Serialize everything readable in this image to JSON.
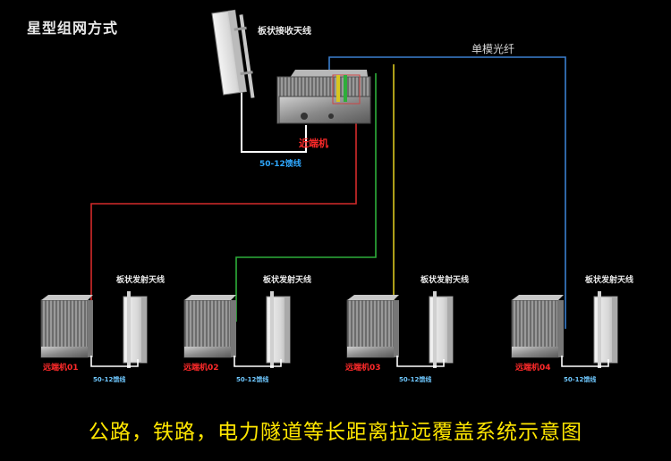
{
  "title": "星型组网方式",
  "receive_antenna_label": "板状接收天线",
  "fiber_label": "单模光纤",
  "near_end_label": "近端机",
  "main_feeder_label": "50-12馈线",
  "remotes": [
    {
      "antenna_label": "板状发射天线",
      "unit_label": "远端机01",
      "feeder_label": "50-12馈线",
      "link_color": "#d42a2a"
    },
    {
      "antenna_label": "板状发射天线",
      "unit_label": "远端机02",
      "feeder_label": "50-12馈线",
      "link_color": "#2eae3a"
    },
    {
      "antenna_label": "板状发射天线",
      "unit_label": "远端机03",
      "feeder_label": "50-12馈线",
      "link_color": "#d8c61e"
    },
    {
      "antenna_label": "板状发射天线",
      "unit_label": "远端机04",
      "feeder_label": "50-12馈线",
      "link_color": "#3a7fd0"
    }
  ],
  "caption": "公路，铁路，电力隧道等长距离拉远覆盖系统示意图",
  "colors": {
    "background": "#000000",
    "feeder_cable": "#ffffff",
    "label_red": "#ff2a2a",
    "label_blue": "#2fa8ff",
    "caption_yellow": "#ffe600"
  }
}
